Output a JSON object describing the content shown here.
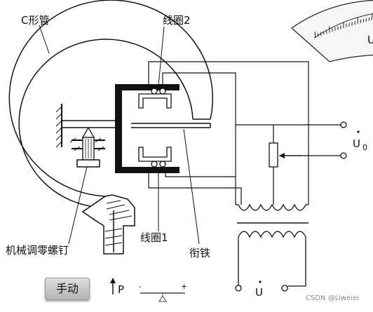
{
  "labels": {
    "c_tube": "C形管",
    "coil2": "线圈2",
    "coil1": "线圈1",
    "zero_screw": "机械调零螺钉",
    "armature": "衔铁",
    "output": "U",
    "output_sub": "0",
    "supply": "U",
    "pressure": "P",
    "minus": "-",
    "plus": "+",
    "watermark": "CSDN @Liweiei",
    "meter": "U"
  },
  "controls": {
    "manual_button": "手动"
  }
}
